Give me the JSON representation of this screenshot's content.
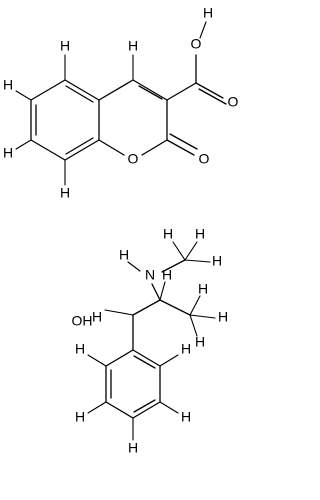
{
  "molecules": [
    {
      "atom_labels": {
        "carboxyl_oxygen_h": "O",
        "carboxyl_h": "H",
        "carboxyl_oxygen": "O",
        "ring_oxygen": "O",
        "lactone_oxygen": "O",
        "h_c4": "H",
        "h_c5": "H",
        "h_c6": "H",
        "h_c7": "H",
        "h_c8": "H"
      }
    },
    {
      "atom_labels": {
        "n_label": "N",
        "n_h": "H",
        "methyl_h1": "H",
        "methyl_h2": "H",
        "methyl_h3": "H",
        "oh_label": "OH",
        "c_h_upper": "H",
        "c_h_lower": "H",
        "methyl_c_h1": "H",
        "methyl_c_h2": "H",
        "methyl_c_h3": "H",
        "ring_h1": "H",
        "ring_h2": "H",
        "ring_h3": "H",
        "ring_h4": "H",
        "ring_h5": "H"
      }
    }
  ]
}
